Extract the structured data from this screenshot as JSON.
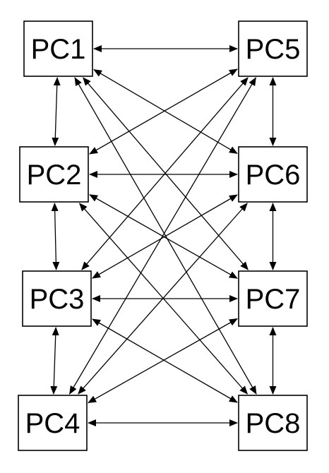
{
  "diagram": {
    "nodes": [
      {
        "id": "pc1",
        "label": "PC1"
      },
      {
        "id": "pc2",
        "label": "PC2"
      },
      {
        "id": "pc3",
        "label": "PC3"
      },
      {
        "id": "pc4",
        "label": "PC4"
      },
      {
        "id": "pc5",
        "label": "PC5"
      },
      {
        "id": "pc6",
        "label": "PC6"
      },
      {
        "id": "pc7",
        "label": "PC7"
      },
      {
        "id": "pc8",
        "label": "PC8"
      }
    ],
    "edges": [
      [
        "pc1",
        "pc2"
      ],
      [
        "pc2",
        "pc3"
      ],
      [
        "pc3",
        "pc4"
      ],
      [
        "pc5",
        "pc6"
      ],
      [
        "pc6",
        "pc7"
      ],
      [
        "pc7",
        "pc8"
      ],
      [
        "pc1",
        "pc5"
      ],
      [
        "pc1",
        "pc6"
      ],
      [
        "pc1",
        "pc7"
      ],
      [
        "pc1",
        "pc8"
      ],
      [
        "pc2",
        "pc5"
      ],
      [
        "pc2",
        "pc6"
      ],
      [
        "pc2",
        "pc7"
      ],
      [
        "pc2",
        "pc8"
      ],
      [
        "pc3",
        "pc5"
      ],
      [
        "pc3",
        "pc6"
      ],
      [
        "pc3",
        "pc7"
      ],
      [
        "pc3",
        "pc8"
      ],
      [
        "pc4",
        "pc5"
      ],
      [
        "pc4",
        "pc6"
      ],
      [
        "pc4",
        "pc7"
      ],
      [
        "pc4",
        "pc8"
      ]
    ],
    "edge_style": "bidirectional-arrow",
    "line_color": "#000000"
  }
}
